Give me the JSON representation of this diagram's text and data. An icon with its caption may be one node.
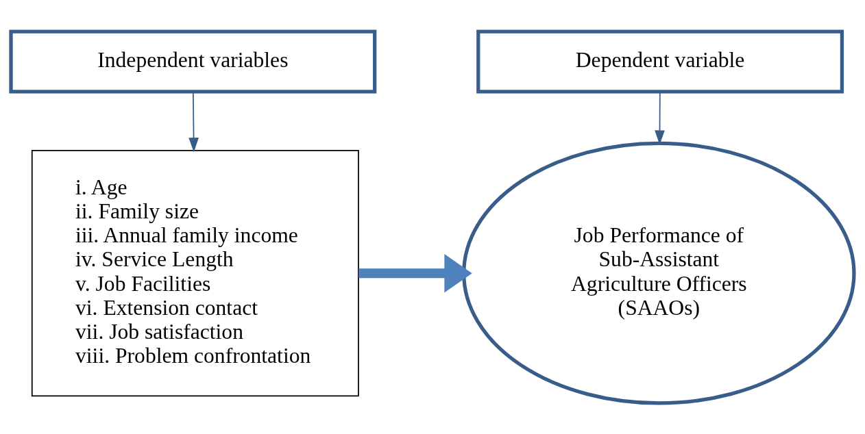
{
  "diagram": {
    "nodes": [
      {
        "text": [
          "Independent variables"
        ]
      },
      {
        "text": [
          "Dependent variable"
        ]
      },
      {
        "text": [
          "i. Age",
          "ii. Family size",
          "iii. Annual family income",
          "iv. Service Length",
          "v. Job Facilities",
          "vi. Extension contact",
          "vii. Job satisfaction",
          "viii. Problem confrontation"
        ]
      },
      {
        "text": [
          "Job Performance of Sub-Assistant Agriculture Officers (SAAOs)"
        ]
      }
    ],
    "edges": [
      {
        "from": 0,
        "to": 2,
        "arrow": "to"
      },
      {
        "from": 1,
        "to": 3,
        "arrow": "to"
      },
      {
        "from": 2,
        "to": 3,
        "arrow": "to",
        "style": "thick",
        "color": "#4f81bd"
      }
    ]
  }
}
